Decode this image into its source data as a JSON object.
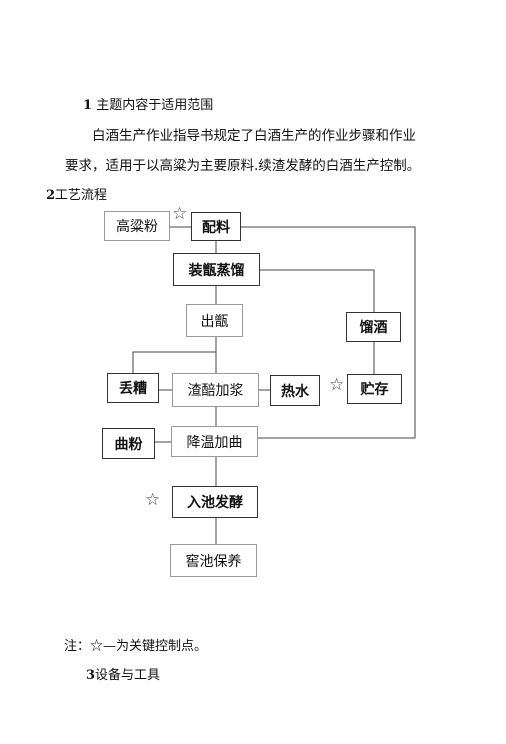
{
  "section1": {
    "number": "1",
    "heading": "主题内容于适用范围",
    "para_line1": "白酒生产作业指导书规定了白酒生产的作业步骤和作业",
    "para_line2": "要求，适用于以高粱为主要原料.续渣发酵的白酒生产控制。"
  },
  "section2": {
    "number": "2",
    "heading": "工艺流程"
  },
  "flow": {
    "sorghum_powder": "高粱粉",
    "batching": "配料",
    "steaming": "装甑蒸馏",
    "out_of_retort": "出甑",
    "distilled_liquor": "馏酒",
    "discard_grains": "丢糟",
    "grain_mash": "渣醅加浆",
    "hot_water": "热水",
    "storage": "贮存",
    "koji_powder": "曲粉",
    "cooling_koji": "降温加曲",
    "into_pit": "入池发酵",
    "pit_maintenance": "窖池保养",
    "star_symbol": "☆"
  },
  "note": "注：☆—为关键控制点。",
  "section3": {
    "number": "3",
    "heading": "设备与工具"
  }
}
